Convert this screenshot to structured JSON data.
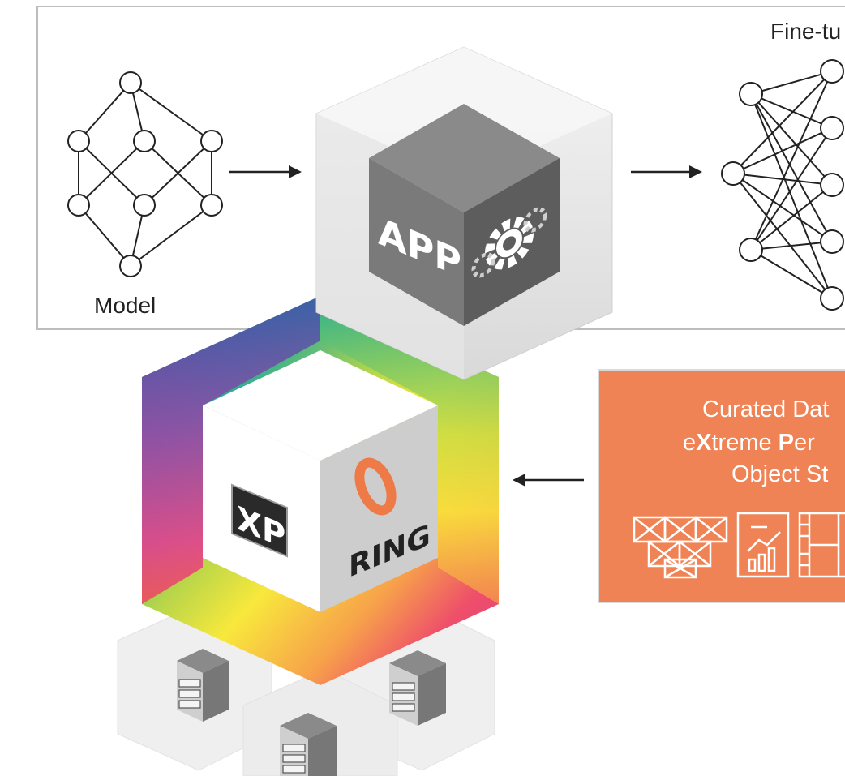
{
  "top_panel": {
    "model_label": "Model",
    "finetune_label": "Fine-tu"
  },
  "app_cube": {
    "label": "APP",
    "icon": "gears-icon"
  },
  "storage_cube": {
    "xp_label": "XP",
    "ring_label": "RING",
    "ring_icon": "ring-logo-icon"
  },
  "orange_panel": {
    "line1": "Curated Dat",
    "line2_prefix": "e",
    "line2_bold1": "X",
    "line2_mid": "treme ",
    "line2_bold2": "P",
    "line2_suffix": "er",
    "line3": "Object St",
    "icons": [
      "image-grid-icon",
      "bar-chart-document-icon",
      "film-strip-icon"
    ]
  },
  "colors": {
    "orange": "#ef8356",
    "ring_orange": "#ee7a47",
    "cube_dark": "#6c6c6c",
    "panel_border": "#bfbfbf"
  }
}
